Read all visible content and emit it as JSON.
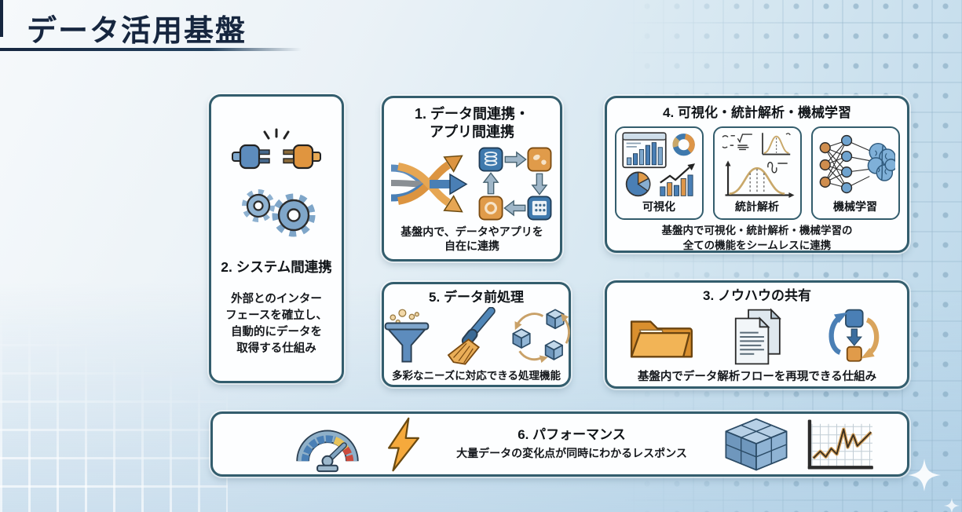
{
  "page": {
    "title": "データ活用基盤"
  },
  "colors": {
    "accent_navy": "#16263f",
    "card_border": "#335d6d",
    "blue": "#4a7fb5",
    "orange": "#e0953f"
  },
  "cards": {
    "system_integration": {
      "number": "2",
      "title": "2. システム間連携",
      "description": "外部とのインター\nフェースを確立し、\n自動的にデータを\n取得する仕組み",
      "icons": [
        "plug-connection-icon",
        "gears-icon"
      ]
    },
    "data_app_link": {
      "number": "1",
      "title": "1. データ間連携・\nアプリ間連携",
      "description": "基盤内で、データやアプリを\n自在に連携",
      "icons": [
        "merge-arrows-icon",
        "app-data-cycle-icon"
      ]
    },
    "analytics": {
      "number": "4",
      "title": "4. 可視化・統計解析・機械学習",
      "description": "基盤内で可視化・統計解析・機械学習の\n全ての機能をシームレスに連携",
      "sub_items": [
        {
          "label": "可視化",
          "icon": "charts-icon"
        },
        {
          "label": "統計解析",
          "icon": "statistics-icon"
        },
        {
          "label": "機械学習",
          "icon": "neural-network-brain-icon"
        }
      ]
    },
    "preprocessing": {
      "number": "5",
      "title": "5. データ前処理",
      "description": "多彩なニーズに対応できる処理機能",
      "icons": [
        "funnel-icon",
        "broom-icon",
        "cube-transform-icon"
      ]
    },
    "knowhow": {
      "number": "3",
      "title": "3. ノウハウの共有",
      "description": "基盤内でデータ解析フローを再現できる仕組み",
      "icons": [
        "folder-icon",
        "documents-icon",
        "workflow-cycle-icon"
      ]
    },
    "performance": {
      "number": "6",
      "title": "6. パフォーマンス",
      "description": "大量データの変化点が同時にわかるレスポンス",
      "icons": [
        "gauge-icon",
        "lightning-icon",
        "data-blocks-icon",
        "line-chart-icon"
      ]
    }
  }
}
